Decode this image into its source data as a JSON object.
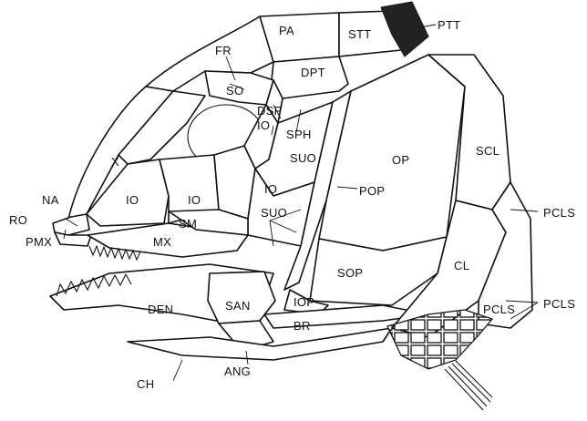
{
  "diagram": {
    "labels": {
      "PA": "PA",
      "STT": "STT",
      "PTT": "PTT",
      "FR": "FR",
      "DPT": "DPT",
      "SO": "SO",
      "DSP": "DSP",
      "IO_upper": "IO",
      "SPH": "SPH",
      "X": "X",
      "NA": "NA",
      "IO_a": "IO",
      "IO_b": "IO",
      "SUO_a": "SUO",
      "OP": "OP",
      "SCL": "SCL",
      "IO_c": "IO",
      "POP": "POP",
      "SUO_b": "SUO",
      "RO": "RO",
      "PMX": "PMX",
      "SM": "SM",
      "MX": "MX",
      "PCLS_a": "PCLS",
      "CL": "CL",
      "SOP": "SOP",
      "DEN": "DEN",
      "SAN": "SAN",
      "IOP": "IOP",
      "BR": "BR",
      "PCLS_b": "PCLS",
      "PCLS_c": "PCLS",
      "ANG": "ANG",
      "CH": "CH"
    }
  }
}
